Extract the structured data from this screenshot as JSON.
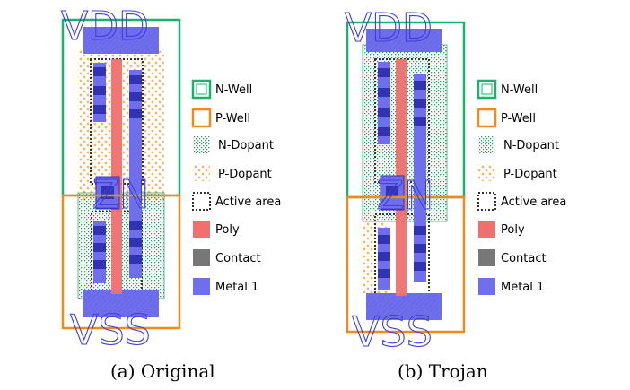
{
  "figure": {
    "panels": [
      {
        "id": "a",
        "caption": "(a) Original",
        "top_label": "VDD",
        "bottom_label": "VSS",
        "mid_label": "ZN"
      },
      {
        "id": "b",
        "caption": "(b) Trojan",
        "top_label": "VDD",
        "bottom_label": "VSS",
        "mid_label": "ZN"
      }
    ],
    "legend": [
      {
        "key": "nwell",
        "label": "N-Well"
      },
      {
        "key": "pwell",
        "label": "P-Well"
      },
      {
        "key": "ndopant",
        "label": "N-Dopant"
      },
      {
        "key": "pdopant",
        "label": "P-Dopant"
      },
      {
        "key": "active",
        "label": "Active area"
      },
      {
        "key": "poly",
        "label": "Poly"
      },
      {
        "key": "contact",
        "label": "Contact"
      },
      {
        "key": "metal1",
        "label": "Metal 1"
      }
    ],
    "colors": {
      "nwell": "#19b36b",
      "pwell": "#f08a1c",
      "ndopant": "#3aa86a",
      "pdopant": "#f0a030",
      "active": "#333333",
      "poly": "#f07070",
      "contact": "#777777",
      "metal1": "#6f6fee",
      "metal_dark": "#3232b4",
      "label": "#3f3fd8"
    }
  }
}
